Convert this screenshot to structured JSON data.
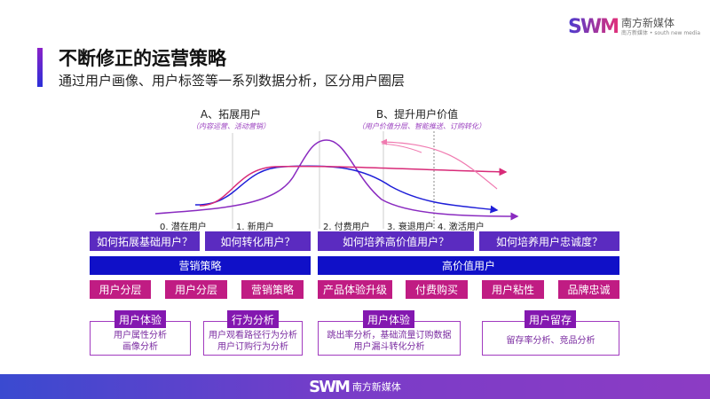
{
  "header": {
    "title": "不断修正的运营策略",
    "subtitle": "通过用户画像、用户标签等一系列数据分析，区分用户圈层"
  },
  "logo": {
    "mark": "SWM",
    "name": "南方新媒体",
    "tagline": "南方新媒体 • south new media"
  },
  "sections": {
    "a_title": "A、拓展用户",
    "a_sub": "（内容运营、活动营销）",
    "b_title": "B、提升用户价值",
    "b_sub": "（用户价值分层、智能推送、订购转化）"
  },
  "stages": [
    "0. 潜在用户",
    "1. 新用户",
    "2. 付费用户",
    "3. 衰退用户",
    "4. 激活用户"
  ],
  "questions": [
    "如何拓展基础用户？",
    "如何转化用户？",
    "如何培养高价值用户？",
    "如何培养用户忠诚度？"
  ],
  "bars": [
    "营销策略",
    "高价值用户"
  ],
  "tags": [
    "用户分层",
    "用户分层",
    "营销策略",
    "产品体验升级",
    "付费购买",
    "用户粘性",
    "品牌忠诚"
  ],
  "cards": [
    {
      "title": "用户体验",
      "lines": [
        "用户属性分析",
        "画像分析"
      ]
    },
    {
      "title": "行为分析",
      "lines": [
        "用户观看路径行为分析",
        "用户订购行为分析"
      ]
    },
    {
      "title": "用户体验",
      "lines": [
        "跳出率分析，基础流量订购数据",
        "用户漏斗转化分析"
      ]
    },
    {
      "title": "用户留存",
      "lines": [
        "留存率分析、竞品分析",
        ""
      ]
    }
  ],
  "footer": {
    "mark": "SWM",
    "name": "南方新媒体"
  },
  "colors": {
    "purple": "#8a2bc0",
    "blue": "#1e1ed8",
    "pink": "#d82a78",
    "light_pink": "#f07ab0"
  }
}
